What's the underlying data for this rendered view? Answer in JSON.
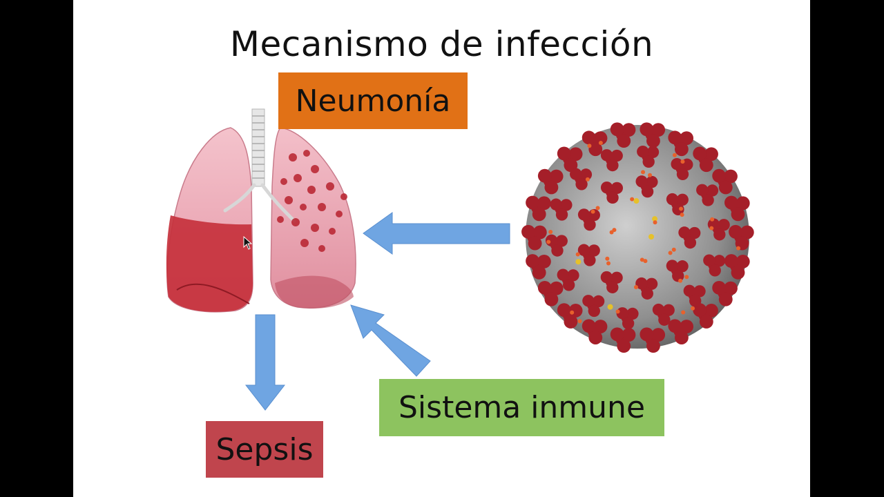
{
  "slide": {
    "title": "Mecanismo de infección",
    "labels": {
      "neumonia": "Neumonía",
      "sistema_inmune": "Sistema inmune",
      "sepsis": "Sepsis"
    }
  },
  "colors": {
    "neumonia_box": "#e17116",
    "sistema_inmune_box": "#8dc35f",
    "sepsis_box": "#c0454d",
    "arrow": "#6fa5e2",
    "lung_pink": "#e9a6b3",
    "lung_red": "#b8222e",
    "virus_gray": "#9b9b9b",
    "virus_spike": "#a51f29"
  }
}
